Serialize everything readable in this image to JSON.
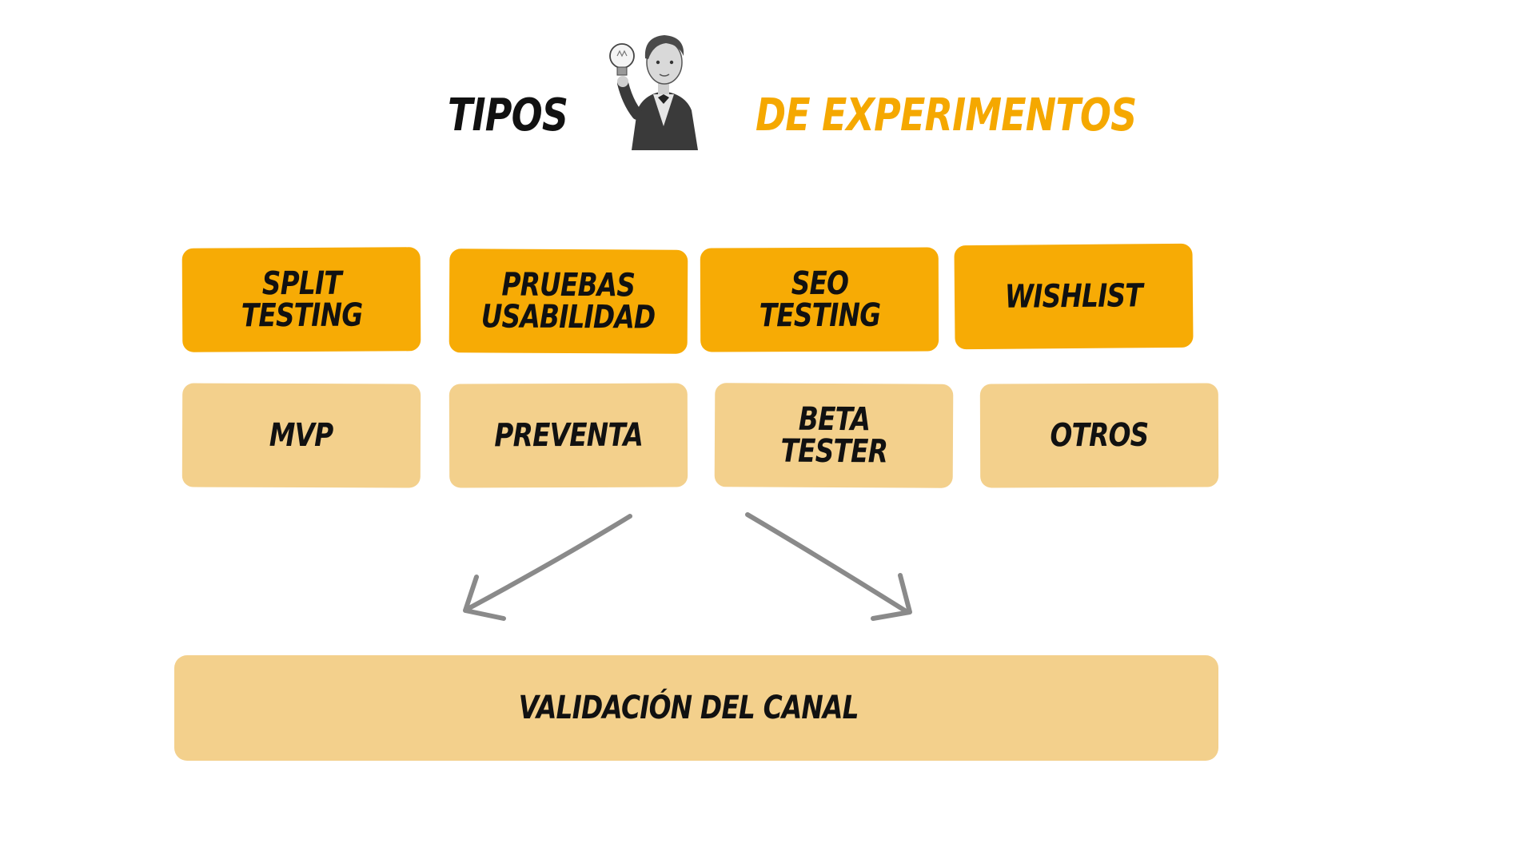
{
  "title": {
    "left": "TIPOS",
    "right": "DE EXPERIMENTOS"
  },
  "colors": {
    "primary": "#f7ab05",
    "light": "#f3d08c",
    "accent_text": "#f5a800",
    "arrow": "#8a8a8a"
  },
  "icons": {
    "illustration": "inventor-with-lightbulb-illustration"
  },
  "row1": [
    {
      "label": "SPLIT\nTESTING"
    },
    {
      "label": "PRUEBAS\nUSABILIDAD"
    },
    {
      "label": "SEO\nTESTING"
    },
    {
      "label": "WISHLIST"
    }
  ],
  "row2": [
    {
      "label": "MVP"
    },
    {
      "label": "PREVENTA"
    },
    {
      "label": "BETA\nTESTER"
    },
    {
      "label": "OTROS"
    }
  ],
  "bottom": {
    "label": "VALIDACIÓN DEL CANAL"
  }
}
